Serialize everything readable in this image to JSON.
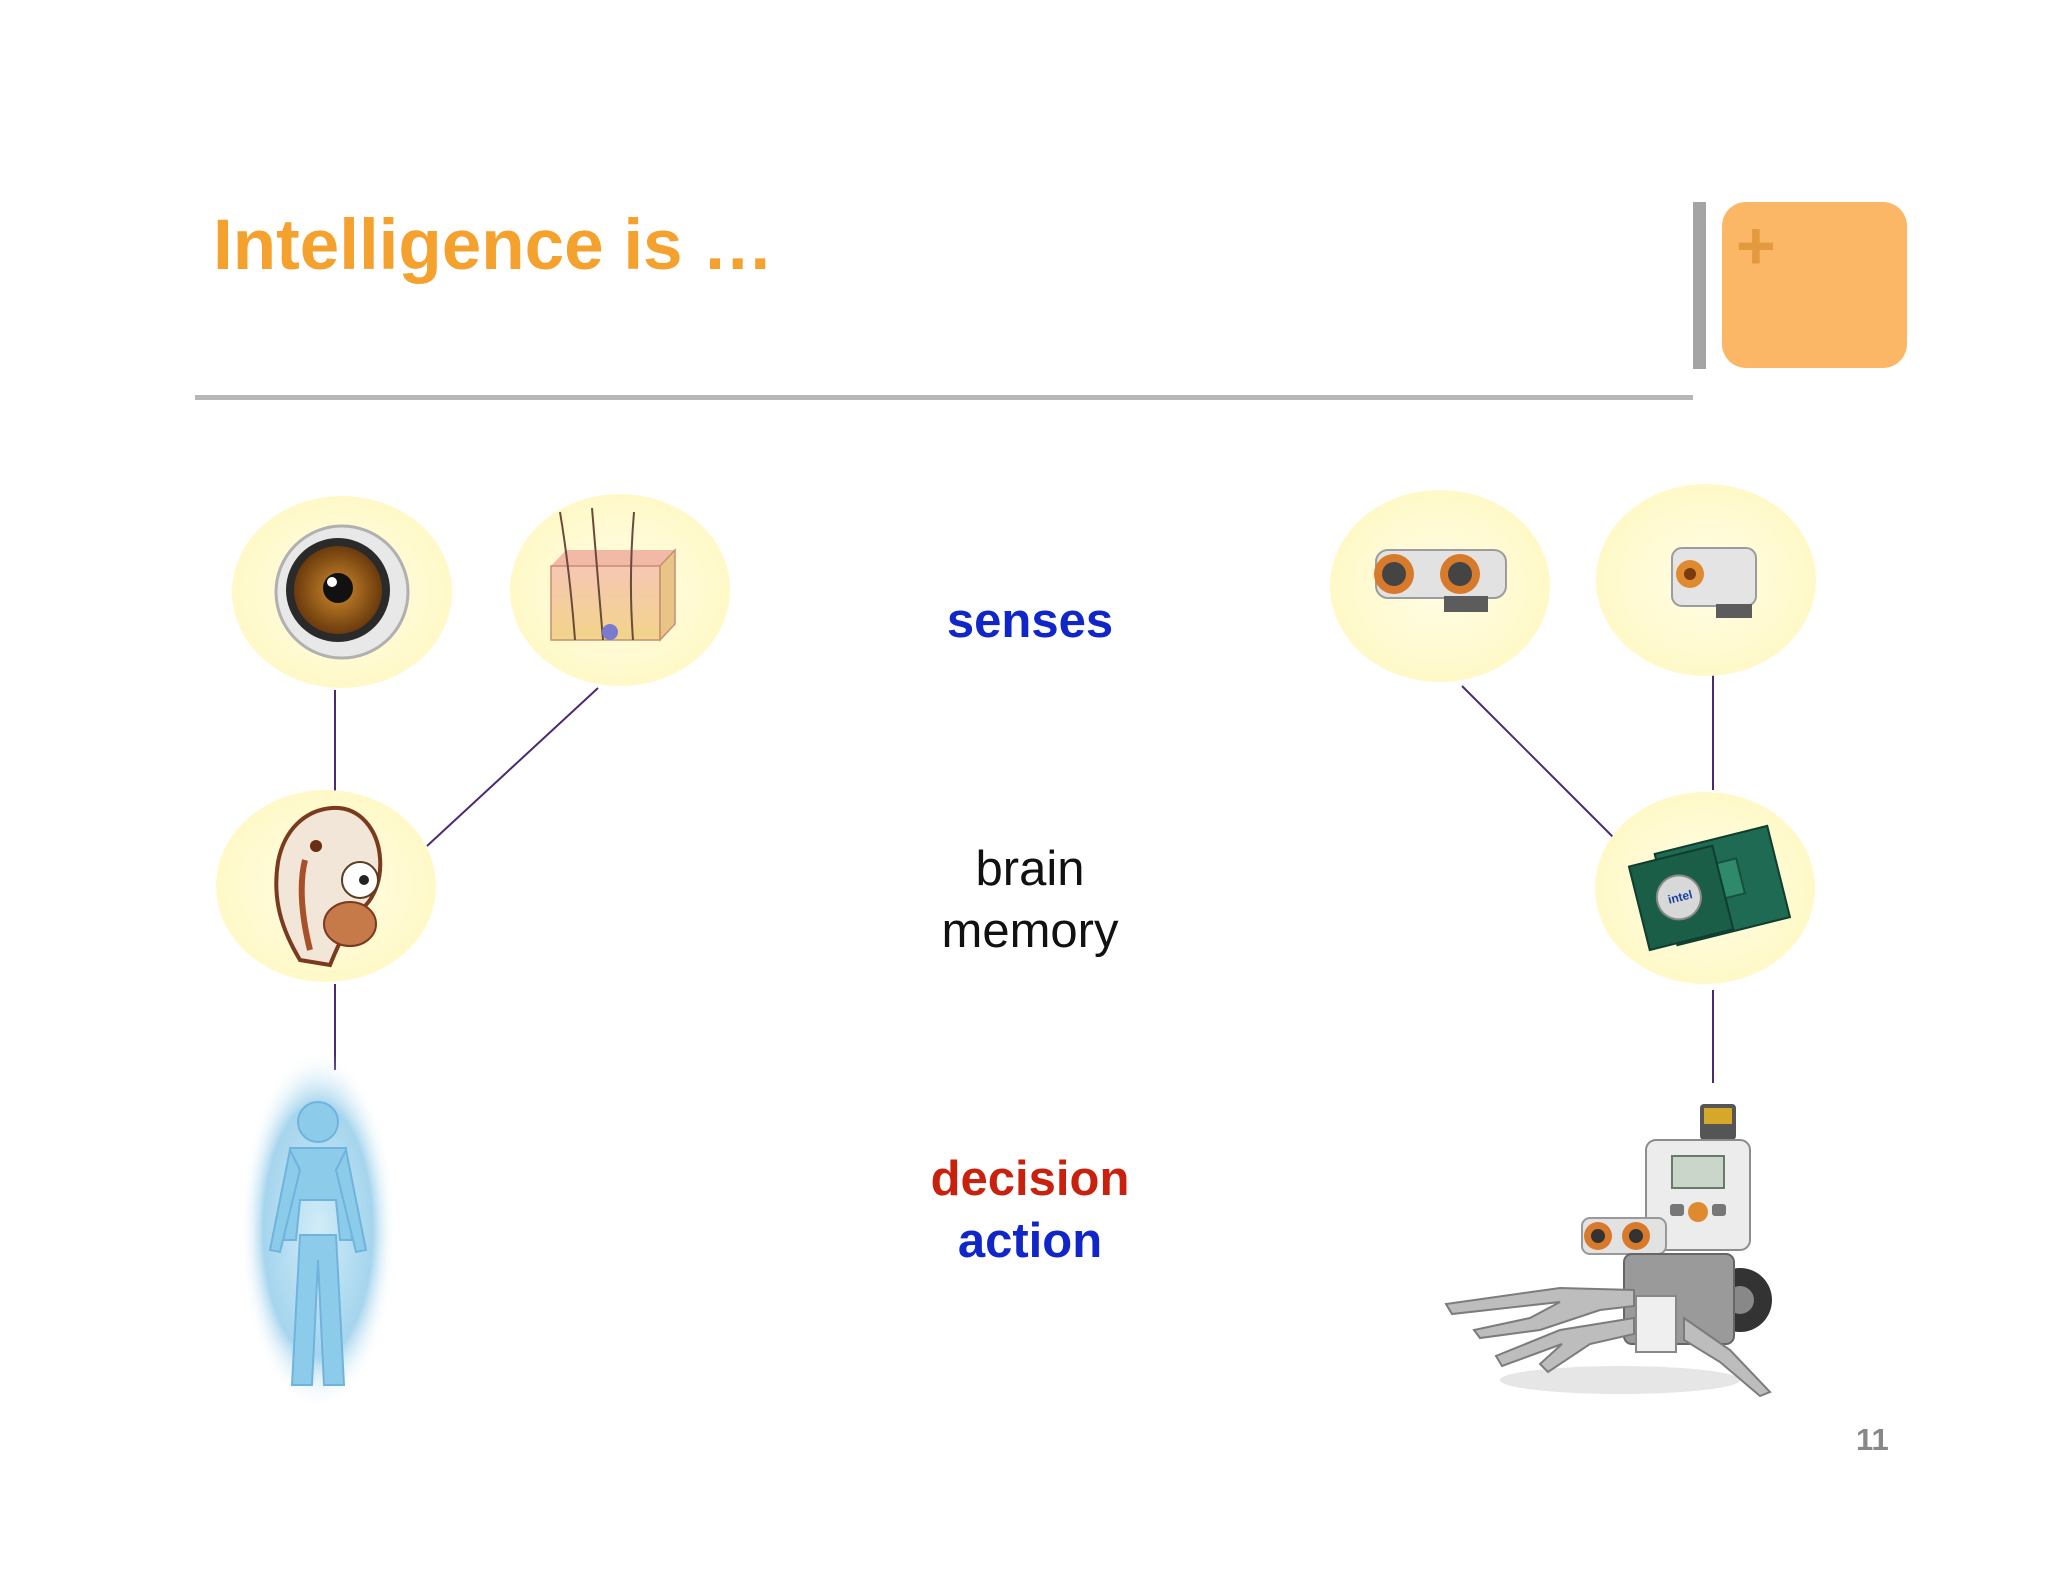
{
  "slide": {
    "title": "Intelligence is …",
    "accent_color": "#F4A12E",
    "plus_box_symbol": "+",
    "page_number": "11"
  },
  "labels": {
    "senses": "senses",
    "brain": "brain",
    "memory": "memory",
    "decision": "decision",
    "action": "action"
  },
  "colors": {
    "senses": "#1026C8",
    "decision": "#C8210E",
    "action": "#1026C8",
    "node_glow": "#FFFBD0",
    "connector": "#4B2A73"
  },
  "human_side": {
    "senses": [
      "eye-icon",
      "skin-icon"
    ],
    "brain": "head-brain-icon",
    "body": "human-body-icon"
  },
  "robot_side": {
    "senses": [
      "ultrasonic-sensor-icon",
      "light-sensor-icon"
    ],
    "brain": "cpu-chip-icon",
    "body": "robot-icon"
  }
}
